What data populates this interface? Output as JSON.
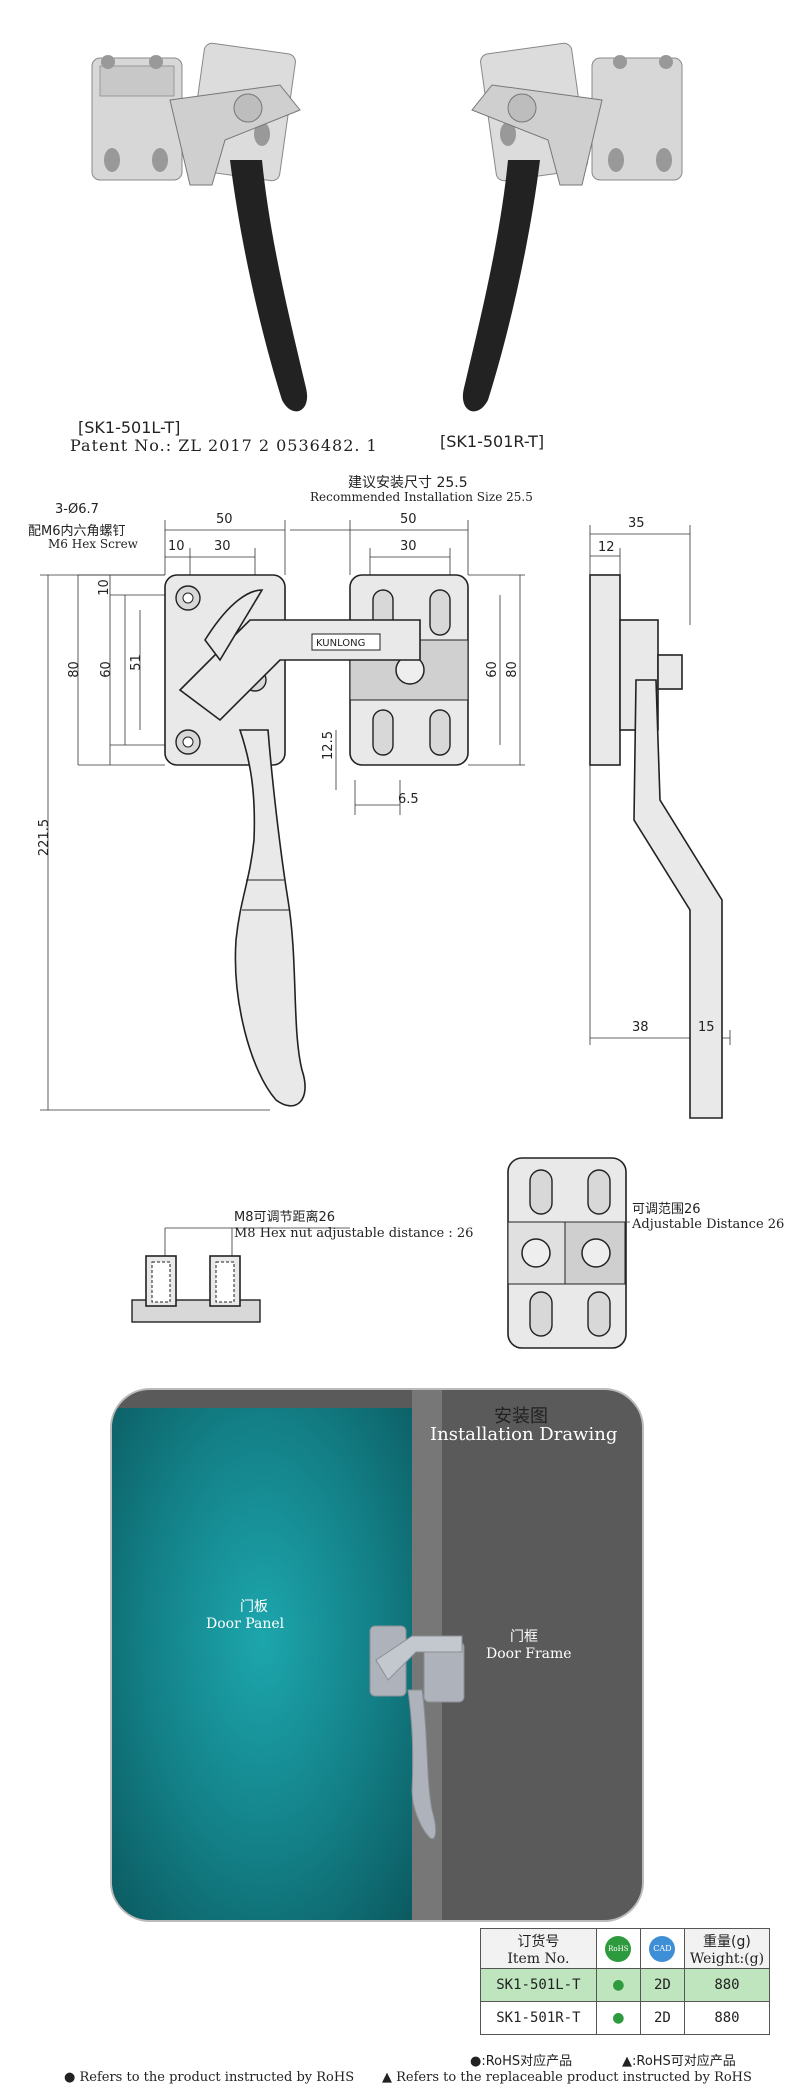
{
  "product_photos": {
    "left_model": "[SK1-501L-T]",
    "patent": "Patent No.: ZL 2017 2 0536482. 1",
    "right_model": "[SK1-501R-T]",
    "brand_on_part": "KUNLONG"
  },
  "front_view": {
    "install_size_cn": "建议安装尺寸 25.5",
    "install_size_en": "Recommended Installation Size 25.5",
    "hole_cn_1": "3-Ø6.7",
    "hole_cn_2": "配M6内六角螺钉",
    "hole_en": "M6 Hex Screw",
    "dims": {
      "top_left_50": "50",
      "top_right_50": "50",
      "left_10": "10",
      "left_30": "30",
      "right_30": "30",
      "v_10": "10",
      "v_80_left": "80",
      "v_60_left": "60",
      "v_51": "51",
      "v_60_right": "60",
      "v_80_right": "80",
      "v_12_5": "12.5",
      "h_6_5": "6.5",
      "v_221_5": "221.5"
    }
  },
  "side_view": {
    "dims": {
      "w_35": "35",
      "w_12": "12",
      "b_38": "38",
      "b_15": "15"
    }
  },
  "nut_view": {
    "label_cn": "M8可调节距离26",
    "label_en": "M8 Hex nut adjustable distance : 26"
  },
  "keeper_view": {
    "label_cn": "可调范围26",
    "label_en": "Adjustable Distance 26"
  },
  "installation": {
    "title_cn": "安装图",
    "title_en": "Installation Drawing",
    "panel_cn": "门板",
    "panel_en": "Door Panel",
    "frame_cn": "门框",
    "frame_en": "Door Frame"
  },
  "order_table": {
    "header_cn": "订货号",
    "header_en": "Item No.",
    "rohs_label": "RoHS",
    "cad_label": "CAD",
    "weight_cn": "重量(g)",
    "weight_en": "Weight:(g)",
    "rows": [
      {
        "item": "SK1-501L-T",
        "rohs": "●",
        "cad": "2D",
        "weight": "880"
      },
      {
        "item": "SK1-501R-T",
        "rohs": "●",
        "cad": "2D",
        "weight": "880"
      }
    ]
  },
  "legend": {
    "line1_a": "●:RoHS对应产品",
    "line1_b": "▲:RoHS可对应产品",
    "line2_a": "● Refers to the product instructed by RoHS",
    "line2_b": "▲ Refers to the replaceable product instructed by RoHS"
  },
  "colors": {
    "door_teal": "#137f86",
    "frame_gray": "#5a5a5a",
    "rohs_green": "#2e9a3e",
    "cad_blue": "#3f8fd6",
    "row_highlight": "#bfe5bf"
  }
}
